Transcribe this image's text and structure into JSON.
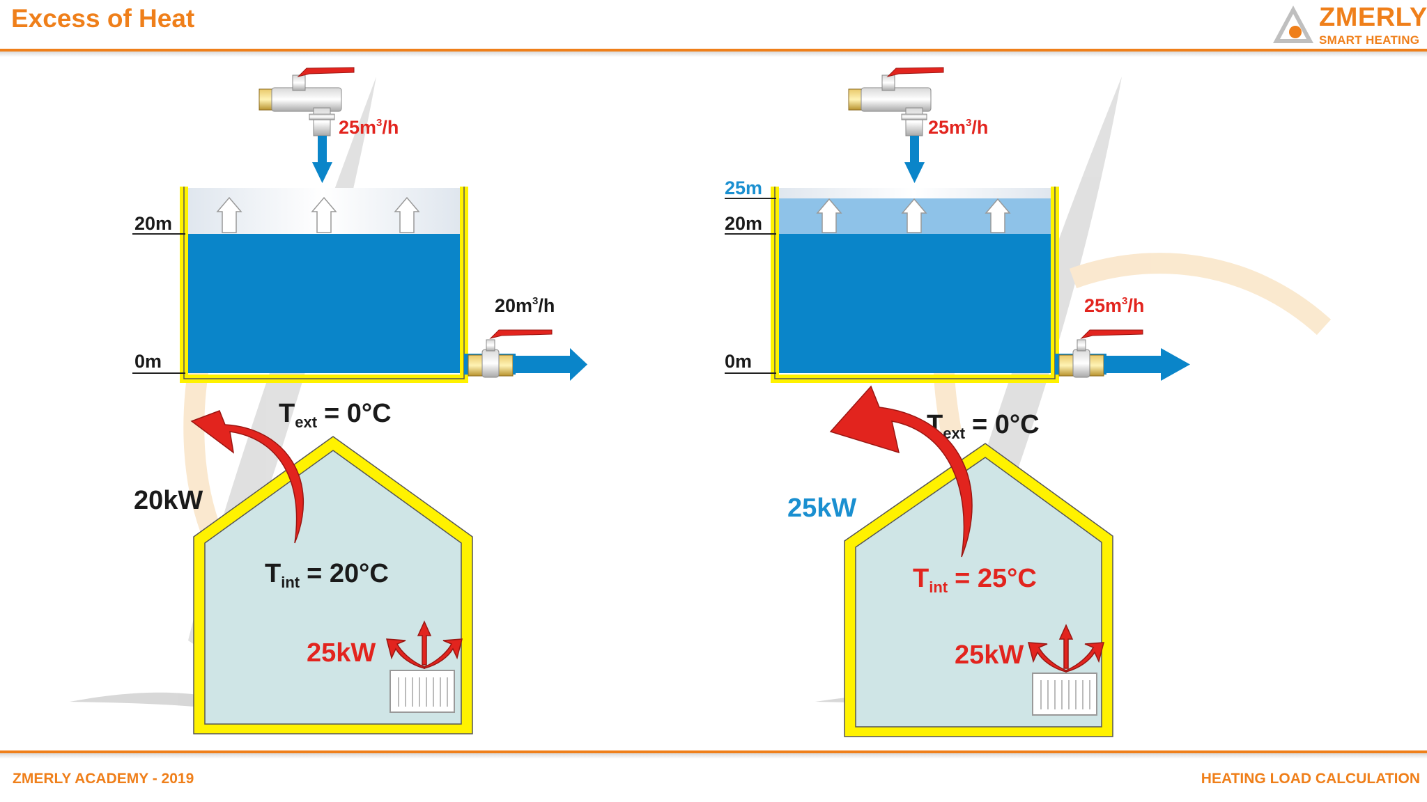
{
  "header": {
    "title": "Excess of Heat"
  },
  "logo": {
    "name": "ZMERLY",
    "tagline": "SMART HEATING"
  },
  "footer": {
    "left": "ZMERLY ACADEMY - 2019",
    "right": "HEATING LOAD CALCULATION"
  },
  "colors": {
    "accent": "#ef7f1a",
    "water": "#0a85c9",
    "water_overflow": "#8ec2e8",
    "tank_wall": "#fff200",
    "house_fill": "#cfe5e6",
    "heat_red": "#e2241e",
    "label_blue": "#1a8fd0",
    "text_dark": "#1a1a1a"
  },
  "left_panel": {
    "inflow": "25m",
    "inflow_unit": "/h",
    "outflow": "20m",
    "outflow_unit": "/h",
    "level_top": "20m",
    "level_bottom": "0m",
    "t_ext": {
      "symbol": "T",
      "sub": "ext",
      "value": "= 0°C"
    },
    "heat_loss": "20kW",
    "t_int": {
      "symbol": "T",
      "sub": "int",
      "value": "= 20°C"
    },
    "heat_input": "25kW"
  },
  "right_panel": {
    "inflow": "25m",
    "inflow_unit": "/h",
    "outflow": "25m",
    "outflow_unit": "/h",
    "level_overflow": "25m",
    "level_top": "20m",
    "level_bottom": "0m",
    "t_ext": {
      "symbol": "T",
      "sub": "ext",
      "value": "= 0°C"
    },
    "heat_loss": "25kW",
    "t_int": {
      "symbol": "T",
      "sub": "int",
      "value": "= 25°C"
    },
    "heat_input": "25kW"
  },
  "superscript": "3"
}
